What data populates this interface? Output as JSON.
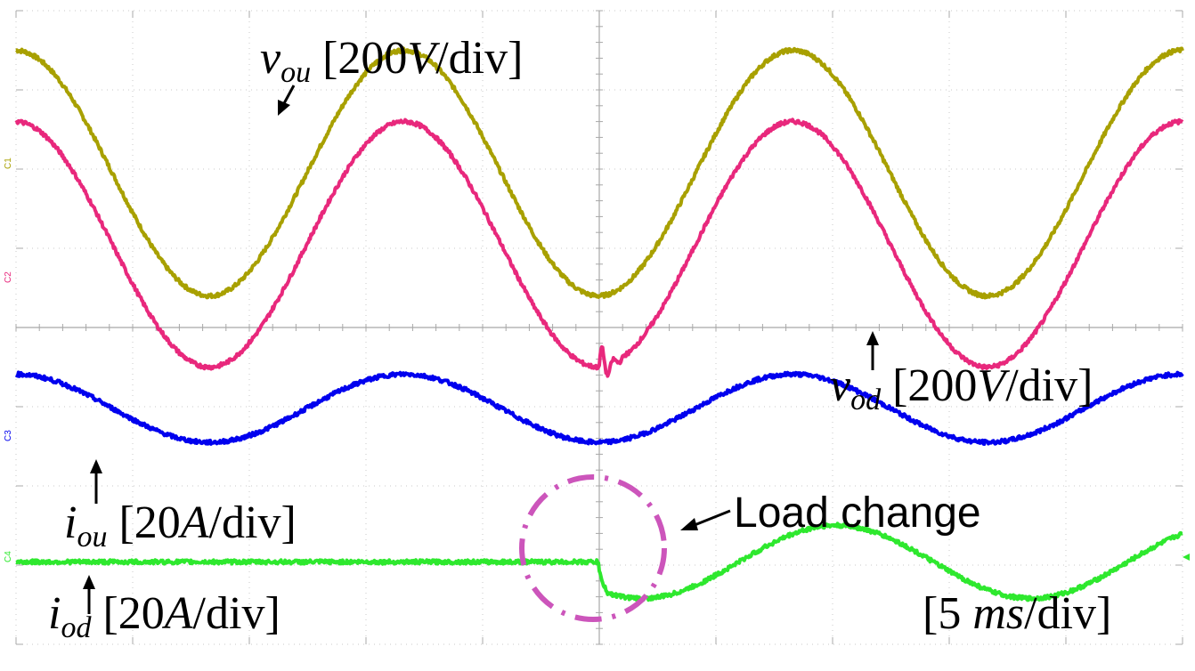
{
  "chart_data": {
    "type": "line",
    "title": "",
    "xlabel": "",
    "ylabel": "",
    "time_per_div_ms": 5,
    "divisions_x": 10,
    "divisions_y": 8,
    "xlim": [
      -25,
      25
    ],
    "ylim": [
      -4,
      4
    ],
    "y_unit": "div",
    "load_change_time_ms": 0,
    "period_ms": 16.67,
    "grid": true,
    "series": [
      {
        "channel": "C1",
        "color": "#a8a000",
        "scale": "[200V/div]",
        "offset_div": 1.95,
        "amplitude_div_before": 1.55,
        "amplitude_div_after": 1.55,
        "phase_deg": 0
      },
      {
        "channel": "C2",
        "color": "#e8287c",
        "scale": "[200V/div]",
        "offset_div": 1.05,
        "amplitude_div_before": 1.55,
        "amplitude_div_after": 1.55,
        "phase_deg": 0,
        "transient_at_load_change": true
      },
      {
        "channel": "C3",
        "color": "#0000ee",
        "scale": "[20A/div]",
        "offset_div": -1.02,
        "amplitude_div_before": 0.43,
        "amplitude_div_after": 0.43,
        "phase_deg": 0
      },
      {
        "channel": "C4",
        "color": "#2ee82e",
        "scale": "[20A/div]",
        "offset_div": -2.96,
        "amplitude_div_before": 0,
        "amplitude_div_after": 0.46,
        "phase_deg": -40
      }
    ]
  },
  "labels": {
    "vou": {
      "base": "v",
      "sub": "ou",
      "pre": " [200",
      "unit": "V",
      "post": "/div]"
    },
    "vod": {
      "base": "v",
      "sub": "od",
      "pre": " [200",
      "unit": "V",
      "post": "/div]"
    },
    "iou": {
      "base": "i",
      "sub": "ou",
      "pre": " [20",
      "unit": "A",
      "post": "/div]"
    },
    "iod": {
      "base": "i",
      "sub": "od",
      "pre": " [20",
      "unit": "A",
      "post": "/div]"
    },
    "timebase": {
      "pre": "[5 ",
      "unit": "ms",
      "post": "/div]"
    },
    "load_change": "Load change"
  },
  "channel_markers": [
    "C1",
    "C2",
    "C3",
    "C4"
  ],
  "colors": {
    "grid": "#c8c8c8",
    "axis": "#a8a8a8",
    "annotation_circle": "#cc55bb",
    "arrow": "#000000"
  }
}
